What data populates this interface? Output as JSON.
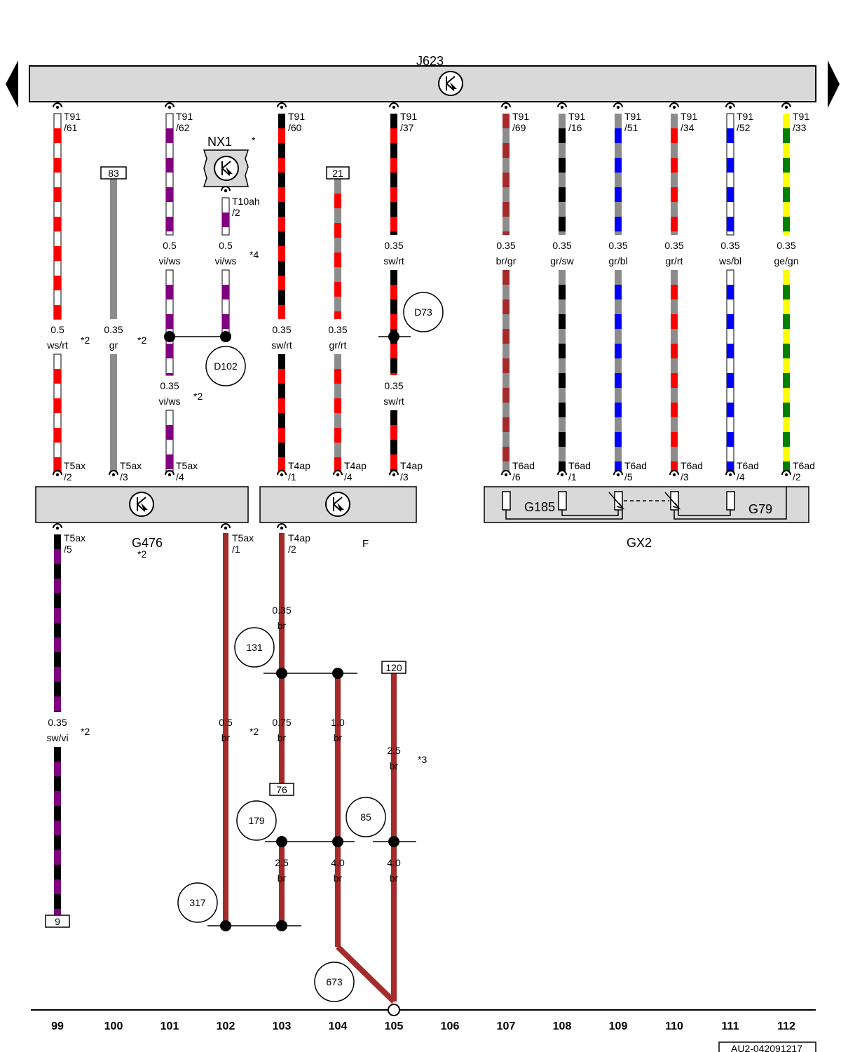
{
  "top_ecu": "J623",
  "components": {
    "nx1": "NX1",
    "nx1_note": "*",
    "g476": "G476",
    "g476_note": "*2",
    "f": "F",
    "g185": "G185",
    "g79": "G79",
    "gx2": "GX2"
  },
  "wires": [
    {
      "id": "w99",
      "pin_top": [
        "T91",
        "/61"
      ],
      "spec1": [
        "0.5",
        "ws/rt"
      ],
      "note1": "*2",
      "pin_bot": [
        "T5ax",
        "/2"
      ],
      "colors": [
        "#ffffff",
        "#ff0000"
      ]
    },
    {
      "id": "w100",
      "box_top": "83",
      "spec1": [
        "0.35",
        "gr"
      ],
      "note1": "*2",
      "pin_bot": [
        "T5ax",
        "/3"
      ],
      "colors": [
        "#8c8c8c"
      ]
    },
    {
      "id": "w101",
      "pin_top": [
        "T91",
        "/62"
      ],
      "spec0": [
        "0.5",
        "vi/ws"
      ],
      "spec1": [
        "0.35",
        "vi/ws"
      ],
      "note1": "*2",
      "pin_bot": [
        "T5ax",
        "/4"
      ],
      "colors": [
        "#ffffff",
        "#800080"
      ]
    },
    {
      "id": "w101b",
      "pin_top": [
        "T10ah",
        "/2"
      ],
      "spec0": [
        "0.5",
        "vi/ws"
      ],
      "note0": "*4",
      "colors": [
        "#ffffff",
        "#800080"
      ]
    },
    {
      "id": "w103",
      "pin_top": [
        "T91",
        "/60"
      ],
      "spec0": [
        "0.35",
        "sw/rt"
      ],
      "pin_bot": [
        "T4ap",
        "/1"
      ],
      "colors": [
        "#000000",
        "#ff0000"
      ]
    },
    {
      "id": "w104",
      "box_top": "21",
      "spec0": [
        "0.35",
        "gr/rt"
      ],
      "pin_bot": [
        "T4ap",
        "/4"
      ],
      "colors": [
        "#8c8c8c",
        "#ff0000"
      ]
    },
    {
      "id": "w105",
      "pin_top": [
        "T91",
        "/37"
      ],
      "spec0": [
        "0.35",
        "sw/rt"
      ],
      "spec1": [
        "0.35",
        "sw/rt"
      ],
      "pin_bot": [
        "T4ap",
        "/3"
      ],
      "colors": [
        "#000000",
        "#ff0000"
      ]
    },
    {
      "id": "w107",
      "pin_top": [
        "T91",
        "/69"
      ],
      "spec0": [
        "0.35",
        "br/gr"
      ],
      "pin_bot": [
        "T6ad",
        "/6"
      ],
      "colors": [
        "#a52a2a",
        "#8c8c8c"
      ]
    },
    {
      "id": "w108",
      "pin_top": [
        "T91",
        "/16"
      ],
      "spec0": [
        "0.35",
        "gr/sw"
      ],
      "pin_bot": [
        "T6ad",
        "/1"
      ],
      "colors": [
        "#8c8c8c",
        "#000000"
      ]
    },
    {
      "id": "w109",
      "pin_top": [
        "T91",
        "/51"
      ],
      "spec0": [
        "0.35",
        "gr/bl"
      ],
      "pin_bot": [
        "T6ad",
        "/5"
      ],
      "colors": [
        "#8c8c8c",
        "#0000ff"
      ]
    },
    {
      "id": "w110",
      "pin_top": [
        "T91",
        "/34"
      ],
      "spec0": [
        "0.35",
        "gr/rt"
      ],
      "pin_bot": [
        "T6ad",
        "/3"
      ],
      "colors": [
        "#8c8c8c",
        "#ff0000"
      ]
    },
    {
      "id": "w111",
      "pin_top": [
        "T91",
        "/52"
      ],
      "spec0": [
        "0.35",
        "ws/bl"
      ],
      "pin_bot": [
        "T6ad",
        "/4"
      ],
      "colors": [
        "#ffffff",
        "#0000ff"
      ]
    },
    {
      "id": "w112",
      "pin_top": [
        "T91",
        "/33"
      ],
      "spec0": [
        "0.35",
        "ge/gn"
      ],
      "pin_bot": [
        "T6ad",
        "/2"
      ],
      "colors": [
        "#ffff00",
        "#008000"
      ]
    }
  ],
  "lower": {
    "pin_g476_5": [
      "T5ax",
      "/5"
    ],
    "spec_99": [
      "0.35",
      "sw/vi"
    ],
    "note_99": "*2",
    "box_9": "9",
    "pin_g476_1": [
      "T5ax",
      "/1"
    ],
    "spec_102": [
      "0.5",
      "br"
    ],
    "note_102": "*2",
    "pin_f_2": [
      "T4ap",
      "/2"
    ],
    "spec_103a": [
      "0.35",
      "br"
    ],
    "spec_103b": [
      "0.75",
      "br"
    ],
    "box_76": "76",
    "spec_103c": [
      "2.5",
      "br"
    ],
    "spec_104a": [
      "1.0",
      "br"
    ],
    "spec_104b": [
      "4.0",
      "br"
    ],
    "box_120": "120",
    "spec_105a": [
      "2.5",
      "br"
    ],
    "note_105": "*3",
    "spec_105b": [
      "4.0",
      "br"
    ]
  },
  "junctions": [
    "D73",
    "D102",
    "131",
    "179",
    "85",
    "317",
    "673"
  ],
  "columns": [
    "99",
    "100",
    "101",
    "102",
    "103",
    "104",
    "105",
    "106",
    "107",
    "108",
    "109",
    "110",
    "111",
    "112"
  ],
  "doc_id": "AU2-042091217",
  "colors": {
    "brown": "#a52a2a",
    "panel": "#d9d9d9",
    "grey": "#8c8c8c"
  }
}
